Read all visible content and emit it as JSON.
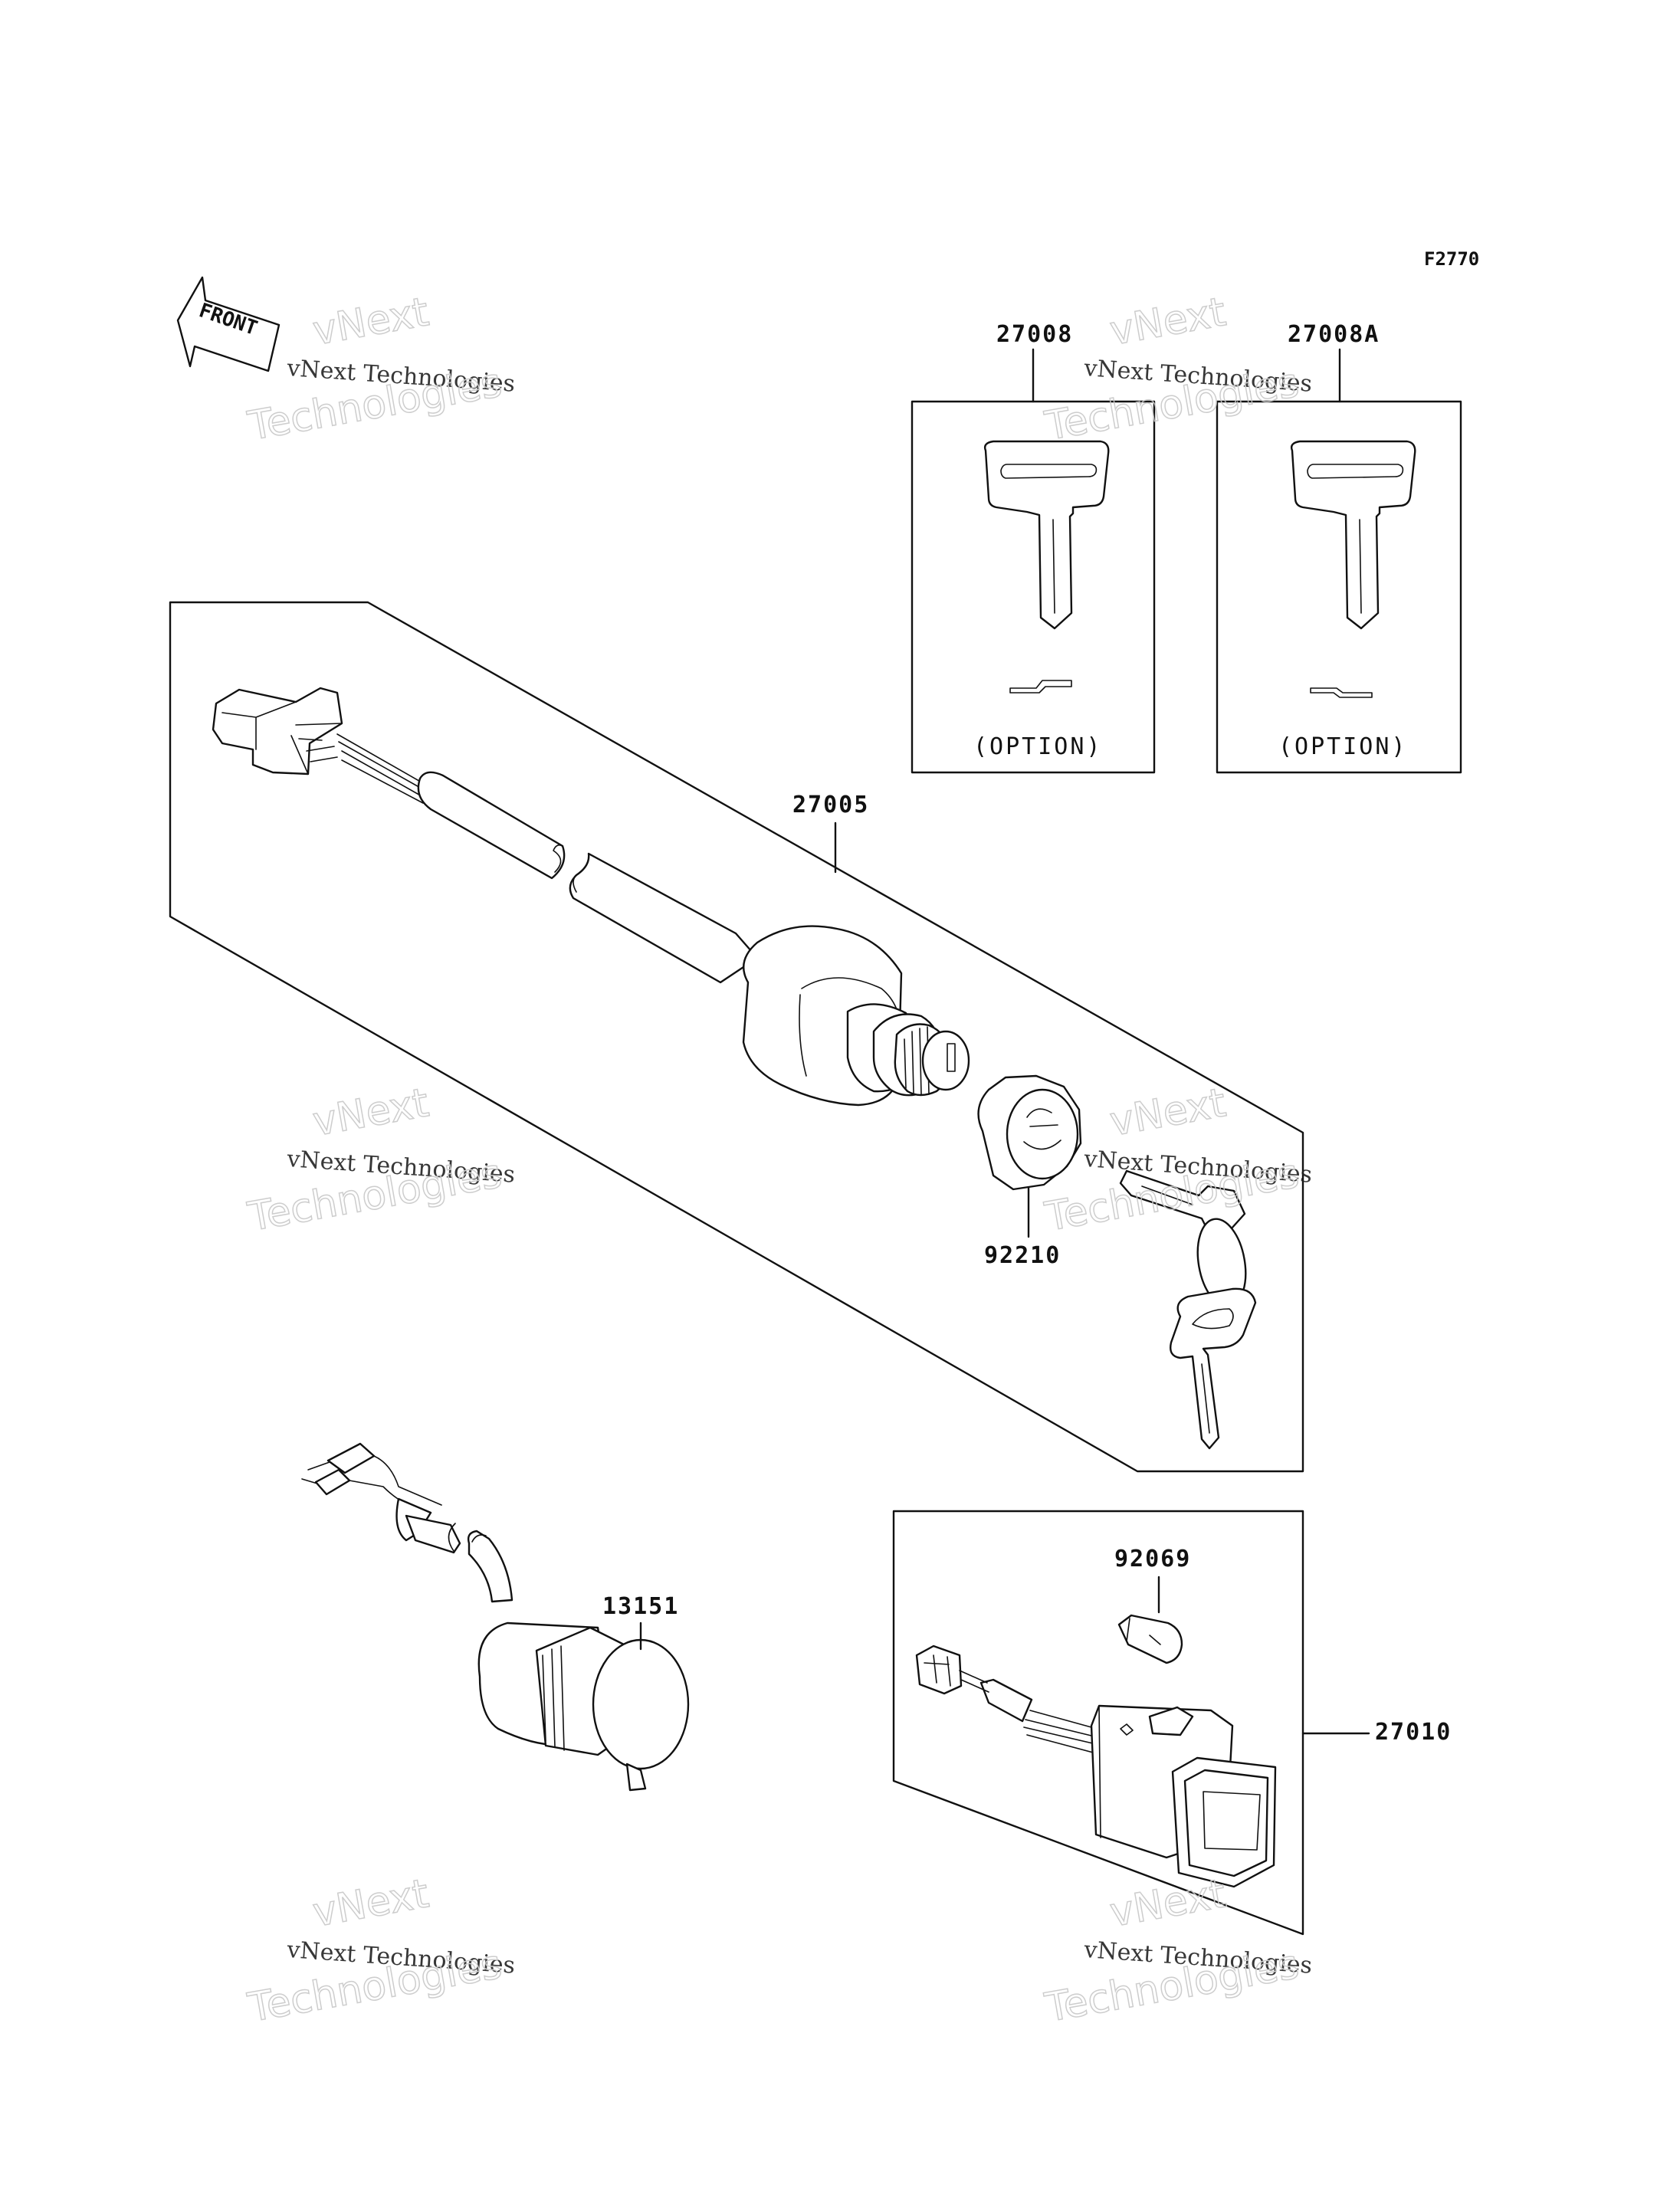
{
  "figure_code": "F2770",
  "front_label": "FRONT",
  "option_label": "(OPTION)",
  "parts": {
    "key_a": "27008",
    "key_b": "27008A",
    "ignition_switch": "27005",
    "nut": "92210",
    "socket": "13151",
    "bulb": "92069",
    "switch_b": "27010"
  },
  "watermark": {
    "company": "vNext Technologies",
    "outline_line1": "vNext",
    "outline_line2": "Technologies"
  }
}
